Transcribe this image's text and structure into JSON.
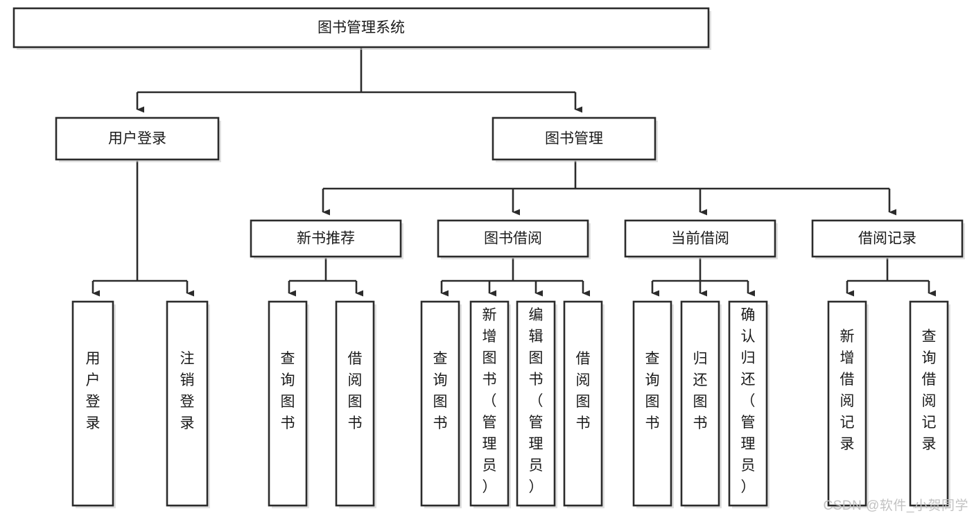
{
  "diagram": {
    "type": "tree-hierarchy",
    "title": "图书管理系统",
    "watermark": "CSDN @软件_小贺同学",
    "colors": {
      "box_stroke": "#2b2b2b",
      "box_fill": "#ffffff",
      "connector": "#2b2b2b",
      "text": "#1a1a1a",
      "watermark": "#c2c2c2",
      "background": "#ffffff"
    },
    "root": {
      "label": "图书管理系统"
    },
    "level2": [
      {
        "label": "用户登录"
      },
      {
        "label": "图书管理"
      }
    ],
    "level3": [
      {
        "label": "新书推荐"
      },
      {
        "label": "图书借阅"
      },
      {
        "label": "当前借阅"
      },
      {
        "label": "借阅记录"
      }
    ],
    "leaves": {
      "user_login": [
        {
          "label": "用户登录",
          "lines": [
            "用",
            "户",
            "登",
            "录"
          ]
        },
        {
          "label": "注销登录",
          "lines": [
            "注",
            "销",
            "登",
            "录"
          ]
        }
      ],
      "new_book_recommend": [
        {
          "label": "查询图书",
          "lines": [
            "查",
            "询",
            "图",
            "书"
          ]
        },
        {
          "label": "借阅图书",
          "lines": [
            "借",
            "阅",
            "图",
            "书"
          ]
        }
      ],
      "book_borrow": [
        {
          "label": "查询图书",
          "lines": [
            "查",
            "询",
            "图",
            "书"
          ]
        },
        {
          "label": "新增图书（管理员）",
          "lines": [
            "新",
            "增",
            "图",
            "书",
            "（",
            "管",
            "理",
            "员",
            "）"
          ]
        },
        {
          "label": "编辑图书（管理员）",
          "lines": [
            "编",
            "辑",
            "图",
            "书",
            "（",
            "管",
            "理",
            "员",
            "）"
          ]
        },
        {
          "label": "借阅图书",
          "lines": [
            "借",
            "阅",
            "图",
            "书"
          ]
        }
      ],
      "current_borrow": [
        {
          "label": "查询图书",
          "lines": [
            "查",
            "询",
            "图",
            "书"
          ]
        },
        {
          "label": "归还图书",
          "lines": [
            "归",
            "还",
            "图",
            "书"
          ]
        },
        {
          "label": "确认归还（管理员）",
          "lines": [
            "确",
            "认",
            "归",
            "还",
            "（",
            "管",
            "理",
            "员",
            "）"
          ]
        }
      ],
      "borrow_record": [
        {
          "label": "新增借阅记录",
          "lines": [
            "新",
            "增",
            "借",
            "阅",
            "记",
            "录"
          ]
        },
        {
          "label": "查询借阅记录",
          "lines": [
            "查",
            "询",
            "借",
            "阅",
            "记",
            "录"
          ]
        }
      ]
    }
  }
}
